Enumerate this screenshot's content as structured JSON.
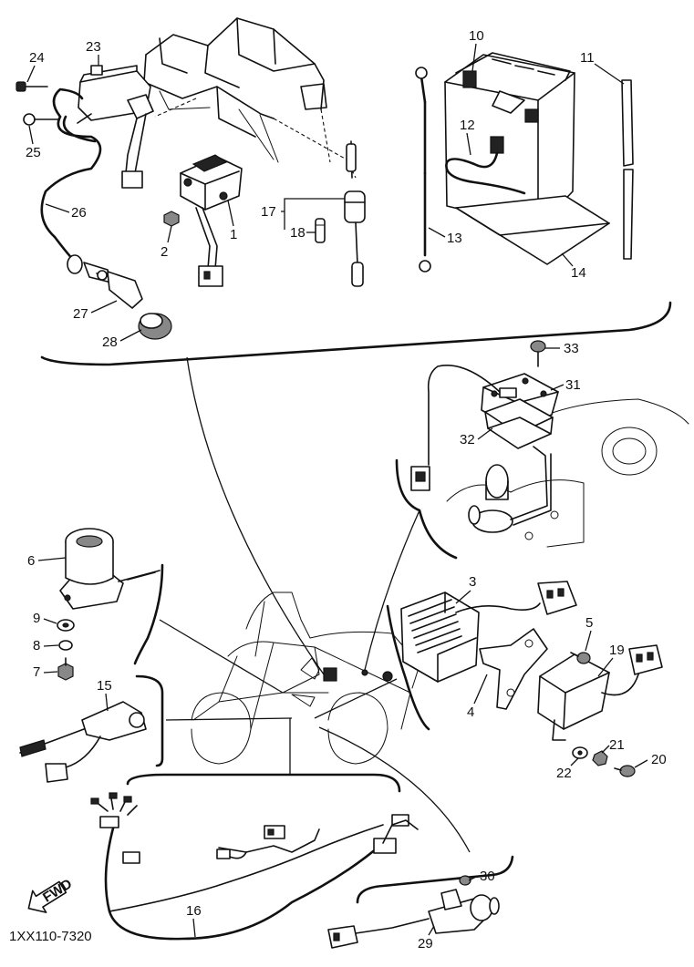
{
  "diagram_code": "1XX110-7320",
  "fwd_label": "FWD",
  "parts": {
    "p1": "1",
    "p2": "2",
    "p3": "3",
    "p4": "4",
    "p5": "5",
    "p6": "6",
    "p7": "7",
    "p8": "8",
    "p9": "9",
    "p10": "10",
    "p11": "11",
    "p12": "12",
    "p13": "13",
    "p14": "14",
    "p15": "15",
    "p16": "16",
    "p17": "17",
    "p18": "18",
    "p19": "19",
    "p20": "20",
    "p21": "21",
    "p22": "22",
    "p23": "23",
    "p24": "24",
    "p25": "25",
    "p26": "26",
    "p27": "27",
    "p28": "28",
    "p29": "29",
    "p30": "30",
    "p31": "31",
    "p32": "32",
    "p33": "33"
  }
}
